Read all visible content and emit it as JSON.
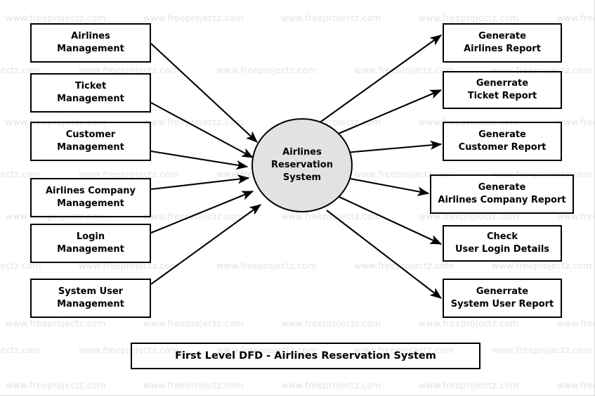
{
  "diagram": {
    "title": "First Level DFD - Airlines Reservation System",
    "watermark_text": "www.freeprojectz.com",
    "colors": {
      "process_fill": "#e2e2e2",
      "stroke": "#000000",
      "watermark": "#e3e3e3",
      "background": "#ffffff"
    },
    "process": {
      "label": "Airlines\nReservation\nSystem"
    },
    "inputs": [
      {
        "label": "Airlines\nManagement"
      },
      {
        "label": "Ticket\nManagement"
      },
      {
        "label": "Customer\nManagement"
      },
      {
        "label": "Airlines Company\nManagement"
      },
      {
        "label": "Login\nManagement"
      },
      {
        "label": "System User\nManagement"
      }
    ],
    "outputs": [
      {
        "label": "Generate\nAirlines Report"
      },
      {
        "label": "Generrate\nTicket Report"
      },
      {
        "label": "Generate\nCustomer Report"
      },
      {
        "label": "Generate\nAirlines Company Report"
      },
      {
        "label": "Check\nUser Login Details"
      },
      {
        "label": "Generrate\nSystem User Report"
      }
    ],
    "caption": "First Level DFD - Airlines Reservation System"
  }
}
